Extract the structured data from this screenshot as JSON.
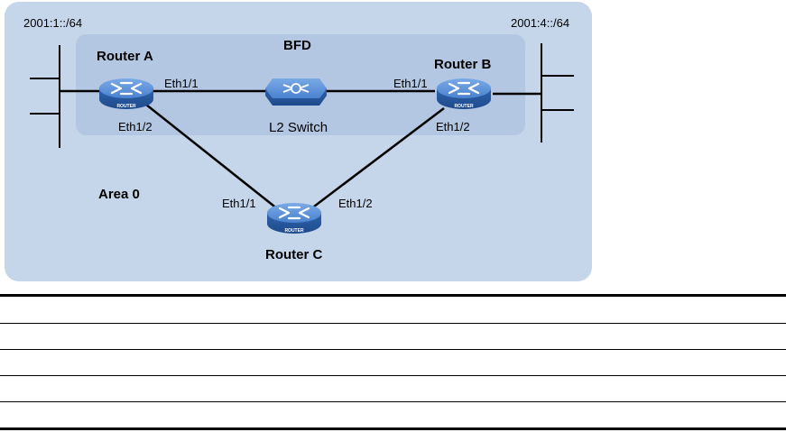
{
  "labels": {
    "net_left": "2001:1::/64",
    "net_right": "2001:4::/64",
    "bfd": "BFD",
    "area": "Area 0"
  },
  "devices": {
    "router_a": {
      "name": "Router A",
      "badge": "ROUTER",
      "port1": "Eth1/1",
      "port2": "Eth1/2"
    },
    "router_b": {
      "name": "Router B",
      "badge": "ROUTER",
      "port1": "Eth1/1",
      "port2": "Eth1/2"
    },
    "router_c": {
      "name": "Router C",
      "badge": "ROUTER",
      "port1": "Eth1/1",
      "port2": "Eth1/2"
    },
    "switch": {
      "name": "L2 Switch"
    }
  },
  "colors": {
    "area_fill": "#c5d5ea",
    "bfd_fill": "#b3c7e3",
    "router_body": "#3f78c4",
    "router_top": "#6d9fde",
    "line": "#000000"
  }
}
